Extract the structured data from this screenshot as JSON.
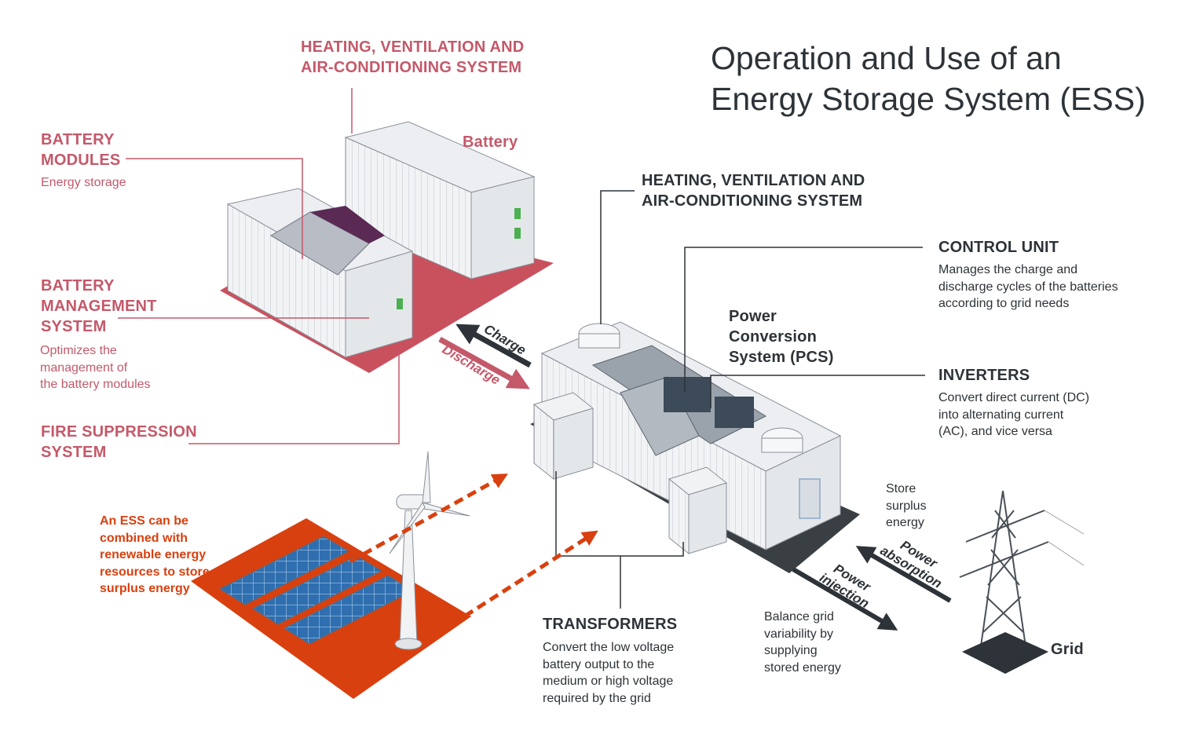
{
  "title": "Operation and Use of an\nEnergy Storage System (ESS)",
  "battery_container": {
    "label": "Battery",
    "hvac": {
      "heading": "HEATING, VENTILATION AND\nAIR-CONDITIONING SYSTEM"
    },
    "modules": {
      "heading": "BATTERY\nMODULES",
      "description": "Energy storage"
    },
    "bms": {
      "heading": "BATTERY\nMANAGEMENT\nSYSTEM",
      "description": "Optimizes the\nmanagement of\nthe battery modules"
    },
    "fire": {
      "heading": "FIRE SUPPRESSION\nSYSTEM"
    }
  },
  "flows": {
    "charge": "Charge",
    "discharge": "Discharge",
    "power_absorption": "Power\nabsorption",
    "power_injection": "Power\ninjection"
  },
  "pcs": {
    "label": "Power\nConversion\nSystem (PCS)",
    "hvac": {
      "heading": "HEATING, VENTILATION AND\nAIR-CONDITIONING SYSTEM"
    },
    "control_unit": {
      "heading": "CONTROL UNIT",
      "description": "Manages the charge and\ndischarge cycles of the batteries\naccording to grid needs"
    },
    "inverters": {
      "heading": "INVERTERS",
      "description": "Convert direct current (DC)\ninto alternating current\n(AC), and vice versa"
    },
    "transformers": {
      "heading": "TRANSFORMERS",
      "description": "Convert the low voltage\nbattery output to the\nmedium or high voltage\nrequired by the grid"
    }
  },
  "renewables": {
    "note": "An ESS can be\ncombined with\nrenewable energy\nresources to store\nsurplus energy"
  },
  "grid": {
    "label": "Grid",
    "store_note": "Store\nsurplus\nenergy",
    "balance_note": "Balance grid\nvariability by\nsupplying\nstored energy"
  },
  "colors": {
    "pink": "#c4596a",
    "platform_pink": "#c9515e",
    "dark": "#2d3338",
    "orange": "#d9400f",
    "solar_blue": "#2f6fb0"
  }
}
